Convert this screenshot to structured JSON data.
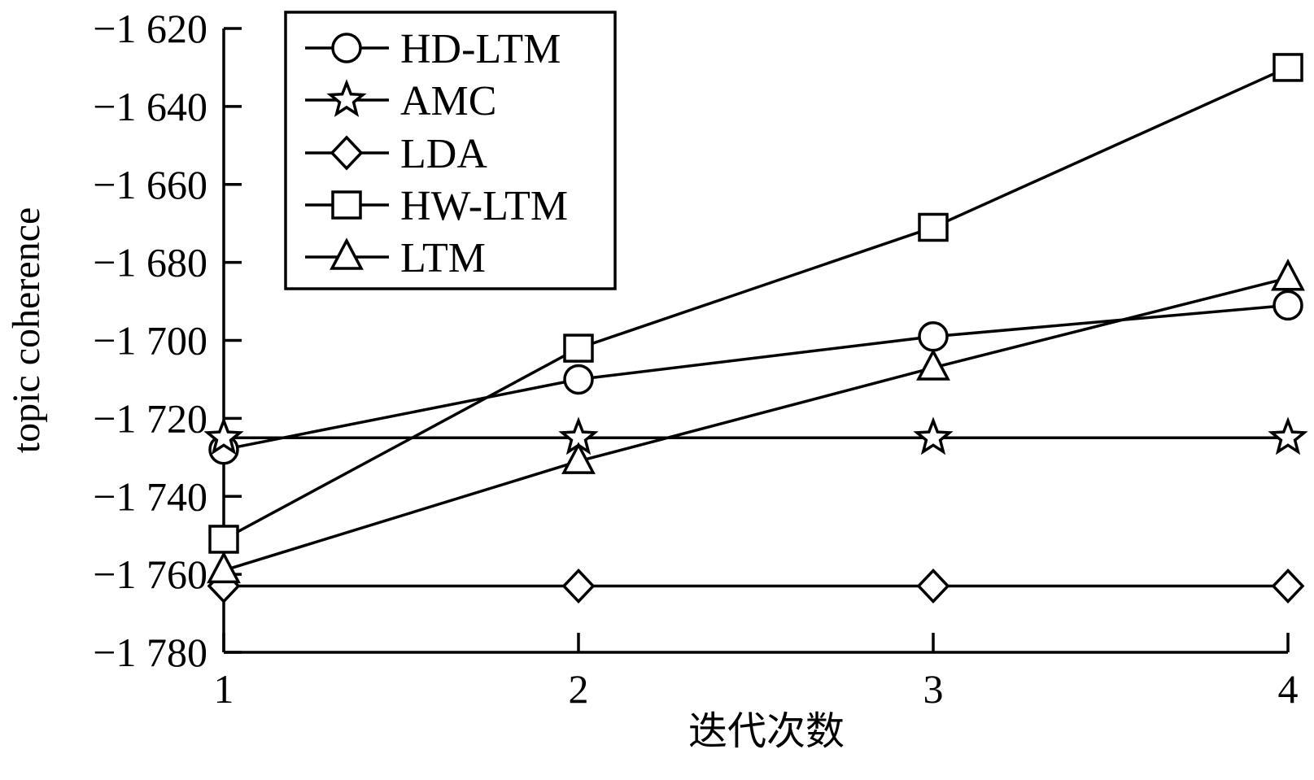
{
  "chart_data": {
    "type": "line",
    "xlabel": "迭代次数",
    "ylabel": "topic coherence",
    "x": [
      1,
      2,
      3,
      4
    ],
    "xticks": [
      "1",
      "2",
      "3",
      "4"
    ],
    "ylim": [
      -1780,
      -1620
    ],
    "yticks": [
      -1620,
      -1640,
      -1660,
      -1680,
      -1700,
      -1720,
      -1740,
      -1760,
      -1780
    ],
    "ytick_labels": [
      "−1 620",
      "−1 640",
      "−1 660",
      "−1 680",
      "−1 700",
      "−1 720",
      "−1 740",
      "−1 760",
      "−1 780"
    ],
    "legend_position": "top-left",
    "grid": false,
    "series": [
      {
        "name": "HD-LTM",
        "marker": "circle",
        "values": [
          -1728,
          -1710,
          -1699,
          -1691
        ]
      },
      {
        "name": "AMC",
        "marker": "star",
        "values": [
          -1725,
          -1725,
          -1725,
          -1725
        ]
      },
      {
        "name": "LDA",
        "marker": "diamond",
        "values": [
          -1763,
          -1763,
          -1763,
          -1763
        ]
      },
      {
        "name": "HW-LTM",
        "marker": "square",
        "values": [
          -1751,
          -1702,
          -1671,
          -1630
        ]
      },
      {
        "name": "LTM",
        "marker": "triangle",
        "values": [
          -1759,
          -1731,
          -1707,
          -1684
        ]
      }
    ],
    "colors": {
      "line": "#000000",
      "background": "#ffffff"
    }
  }
}
